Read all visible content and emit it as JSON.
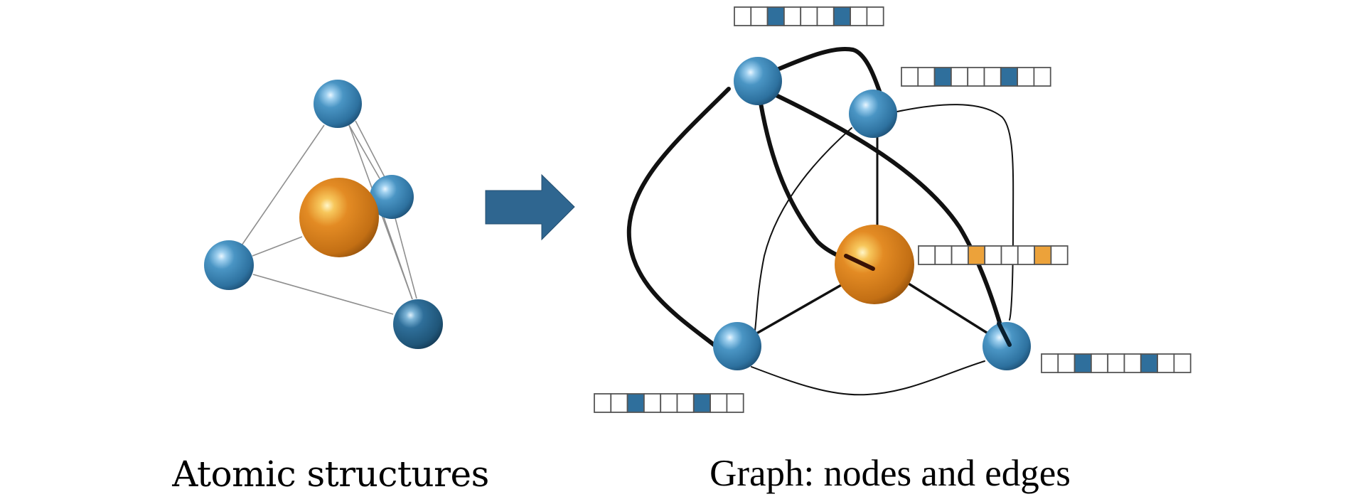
{
  "title": "Atomic structures to graph representation",
  "colors": {
    "background": "#ffffff",
    "atom_blue": "#3f87b5",
    "atom_blue_dark": "#1f5a80",
    "atom_orange": "#e08a22",
    "atom_orange_dark": "#a4570e",
    "arrow": "#2f6690",
    "edge": "#111111",
    "bond": "#9a9a9a",
    "vector_on_blue": "#2f6f9c",
    "vector_on_orange": "#eca23a",
    "vector_border": "#555555"
  },
  "left_panel": {
    "caption": "Atomic structures",
    "atoms": [
      {
        "id": "top",
        "element": "blue"
      },
      {
        "id": "center",
        "element": "orange"
      },
      {
        "id": "right",
        "element": "blue"
      },
      {
        "id": "left",
        "element": "blue"
      },
      {
        "id": "bottom-right",
        "element": "blue"
      }
    ],
    "bonds": [
      [
        "top",
        "left"
      ],
      [
        "top",
        "right"
      ],
      [
        "top",
        "bottom-right"
      ],
      [
        "left",
        "center"
      ],
      [
        "left",
        "bottom-right"
      ],
      [
        "right",
        "bottom-right"
      ],
      [
        "right",
        "bottom-right"
      ]
    ]
  },
  "arrow": {
    "direction": "right",
    "icon": "right-arrow-icon"
  },
  "right_panel": {
    "caption": "Graph: nodes and edges",
    "nodes": [
      {
        "id": "A",
        "element": "blue",
        "feature_vector": [
          0,
          0,
          1,
          0,
          0,
          0,
          1,
          0,
          0
        ]
      },
      {
        "id": "B",
        "element": "blue",
        "feature_vector": [
          0,
          0,
          1,
          0,
          0,
          0,
          1,
          0,
          0
        ]
      },
      {
        "id": "C",
        "element": "orange",
        "feature_vector": [
          0,
          0,
          0,
          1,
          0,
          0,
          0,
          1,
          0
        ]
      },
      {
        "id": "D",
        "element": "blue",
        "feature_vector": [
          0,
          0,
          1,
          0,
          0,
          0,
          1,
          0,
          0
        ]
      },
      {
        "id": "E",
        "element": "blue",
        "feature_vector": [
          0,
          0,
          1,
          0,
          0,
          0,
          1,
          0,
          0
        ]
      }
    ],
    "edges": [
      {
        "from": "A",
        "to": "B",
        "weight": "thick"
      },
      {
        "from": "A",
        "to": "D",
        "weight": "thick"
      },
      {
        "from": "A",
        "to": "C",
        "weight": "thick"
      },
      {
        "from": "A",
        "to": "E",
        "weight": "thick"
      },
      {
        "from": "B",
        "to": "C",
        "weight": "medium"
      },
      {
        "from": "B",
        "to": "D",
        "weight": "thin"
      },
      {
        "from": "B",
        "to": "E",
        "weight": "thin"
      },
      {
        "from": "C",
        "to": "D",
        "weight": "medium"
      },
      {
        "from": "C",
        "to": "E",
        "weight": "medium"
      },
      {
        "from": "D",
        "to": "E",
        "weight": "thin"
      }
    ]
  }
}
